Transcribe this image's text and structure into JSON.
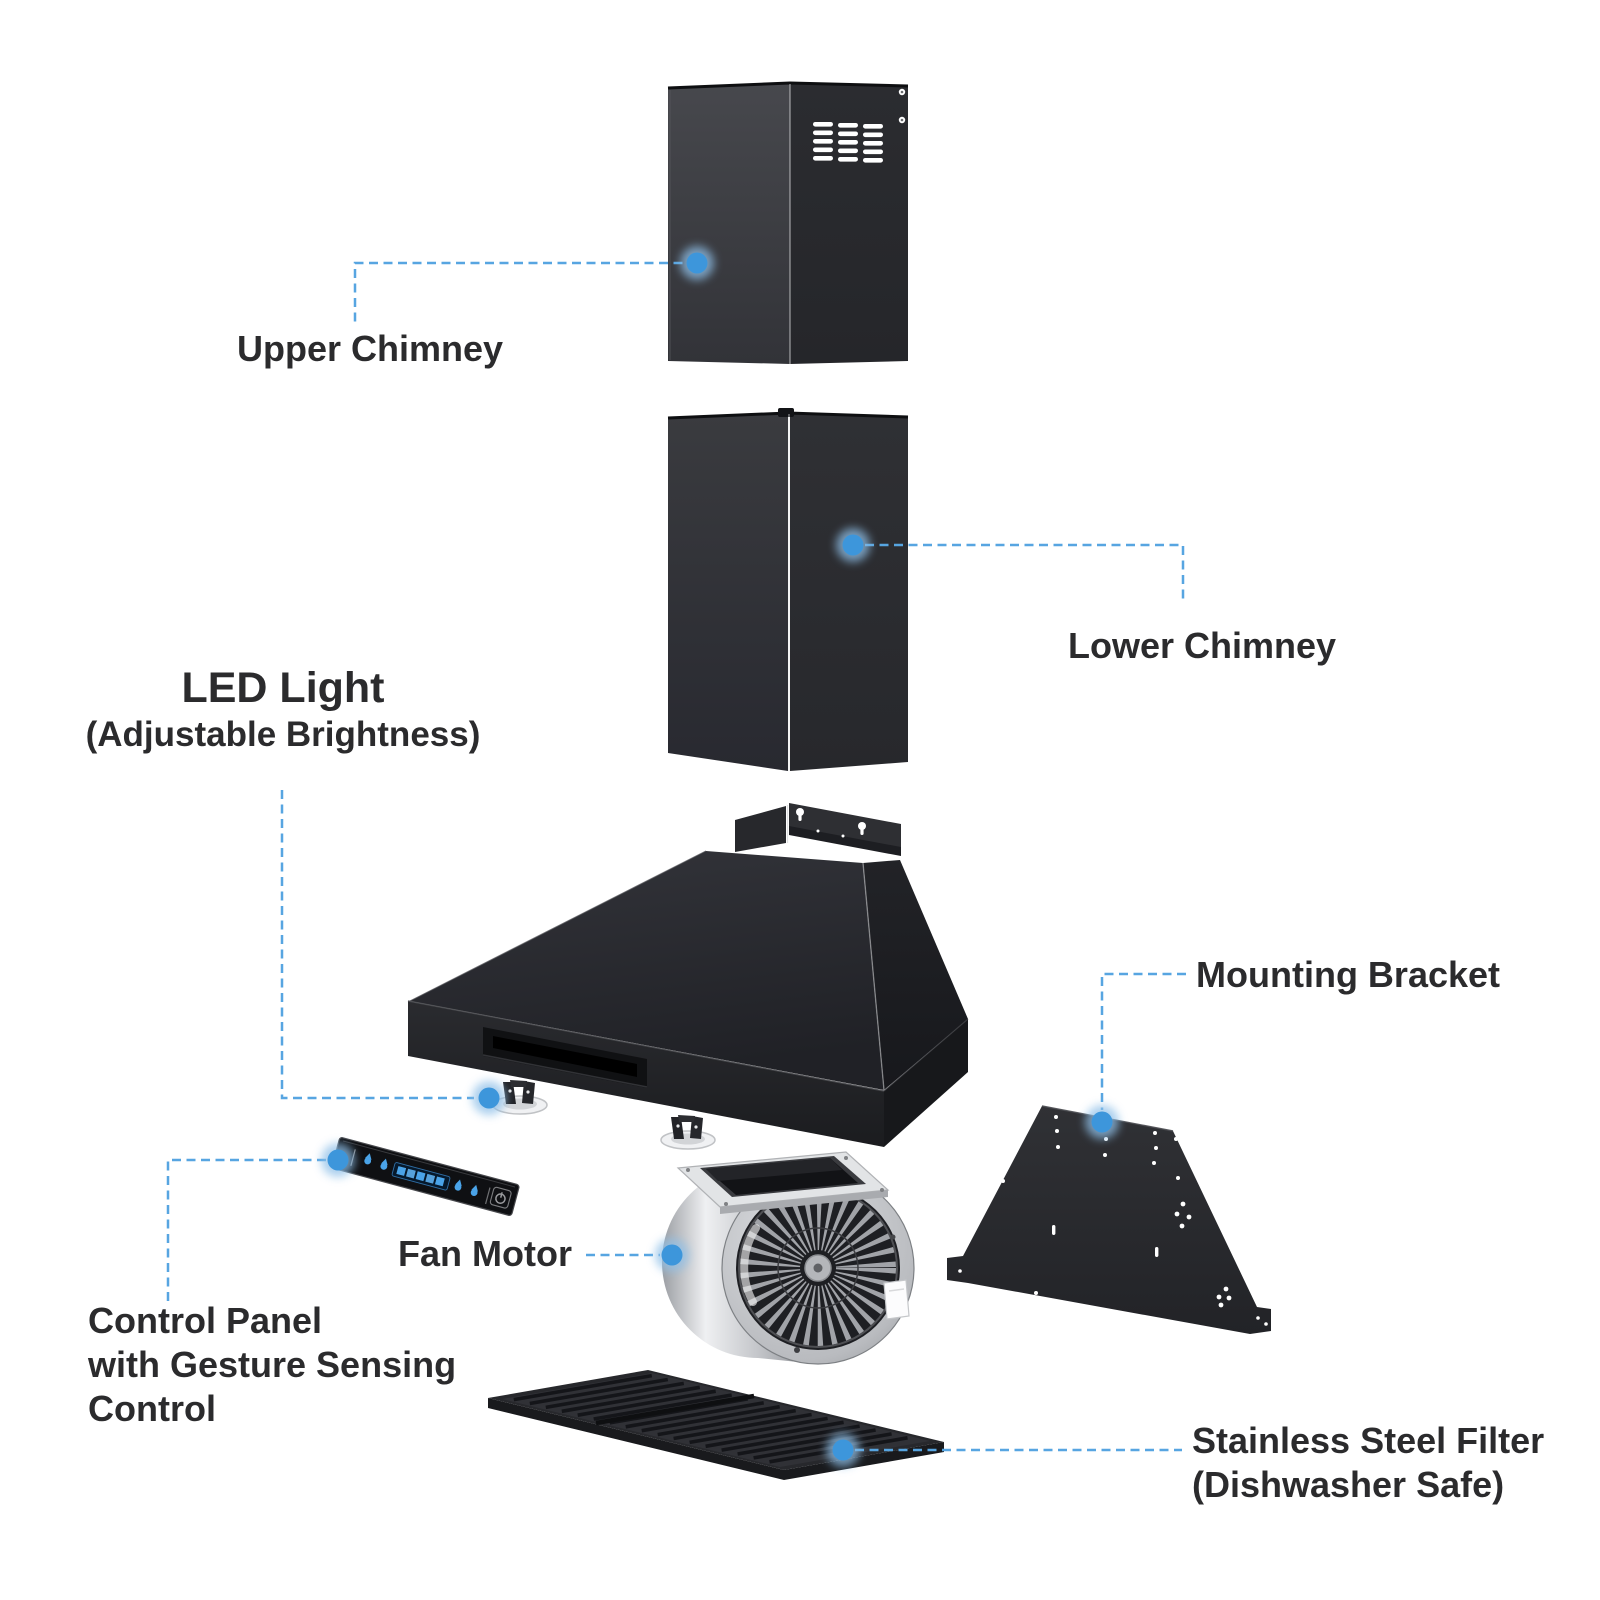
{
  "colors": {
    "background": "#ffffff",
    "callout_dot": "#3d96db",
    "callout_halo": "#8fc0e8",
    "leader_line": "#57a5e1",
    "label_text": "#2b2b2d",
    "control_panel_accent": "#4aa3e8",
    "part_dark": "#2b2c30",
    "part_metal": "#c9cbce"
  },
  "callouts": {
    "upper_chimney": {
      "label": "Upper Chimney"
    },
    "lower_chimney": {
      "label": "Lower Chimney"
    },
    "led_light": {
      "label": "LED Light",
      "sublabel": "(Adjustable Brightness)"
    },
    "mounting_bracket": {
      "label": "Mounting Bracket"
    },
    "fan_motor": {
      "label": "Fan Motor"
    },
    "control_panel": {
      "label_line1": "Control Panel",
      "label_line2": "with Gesture Sensing",
      "label_line3": "Control"
    },
    "stainless_filter": {
      "label": "Stainless Steel Filter",
      "sublabel": "(Dishwasher Safe)"
    }
  }
}
